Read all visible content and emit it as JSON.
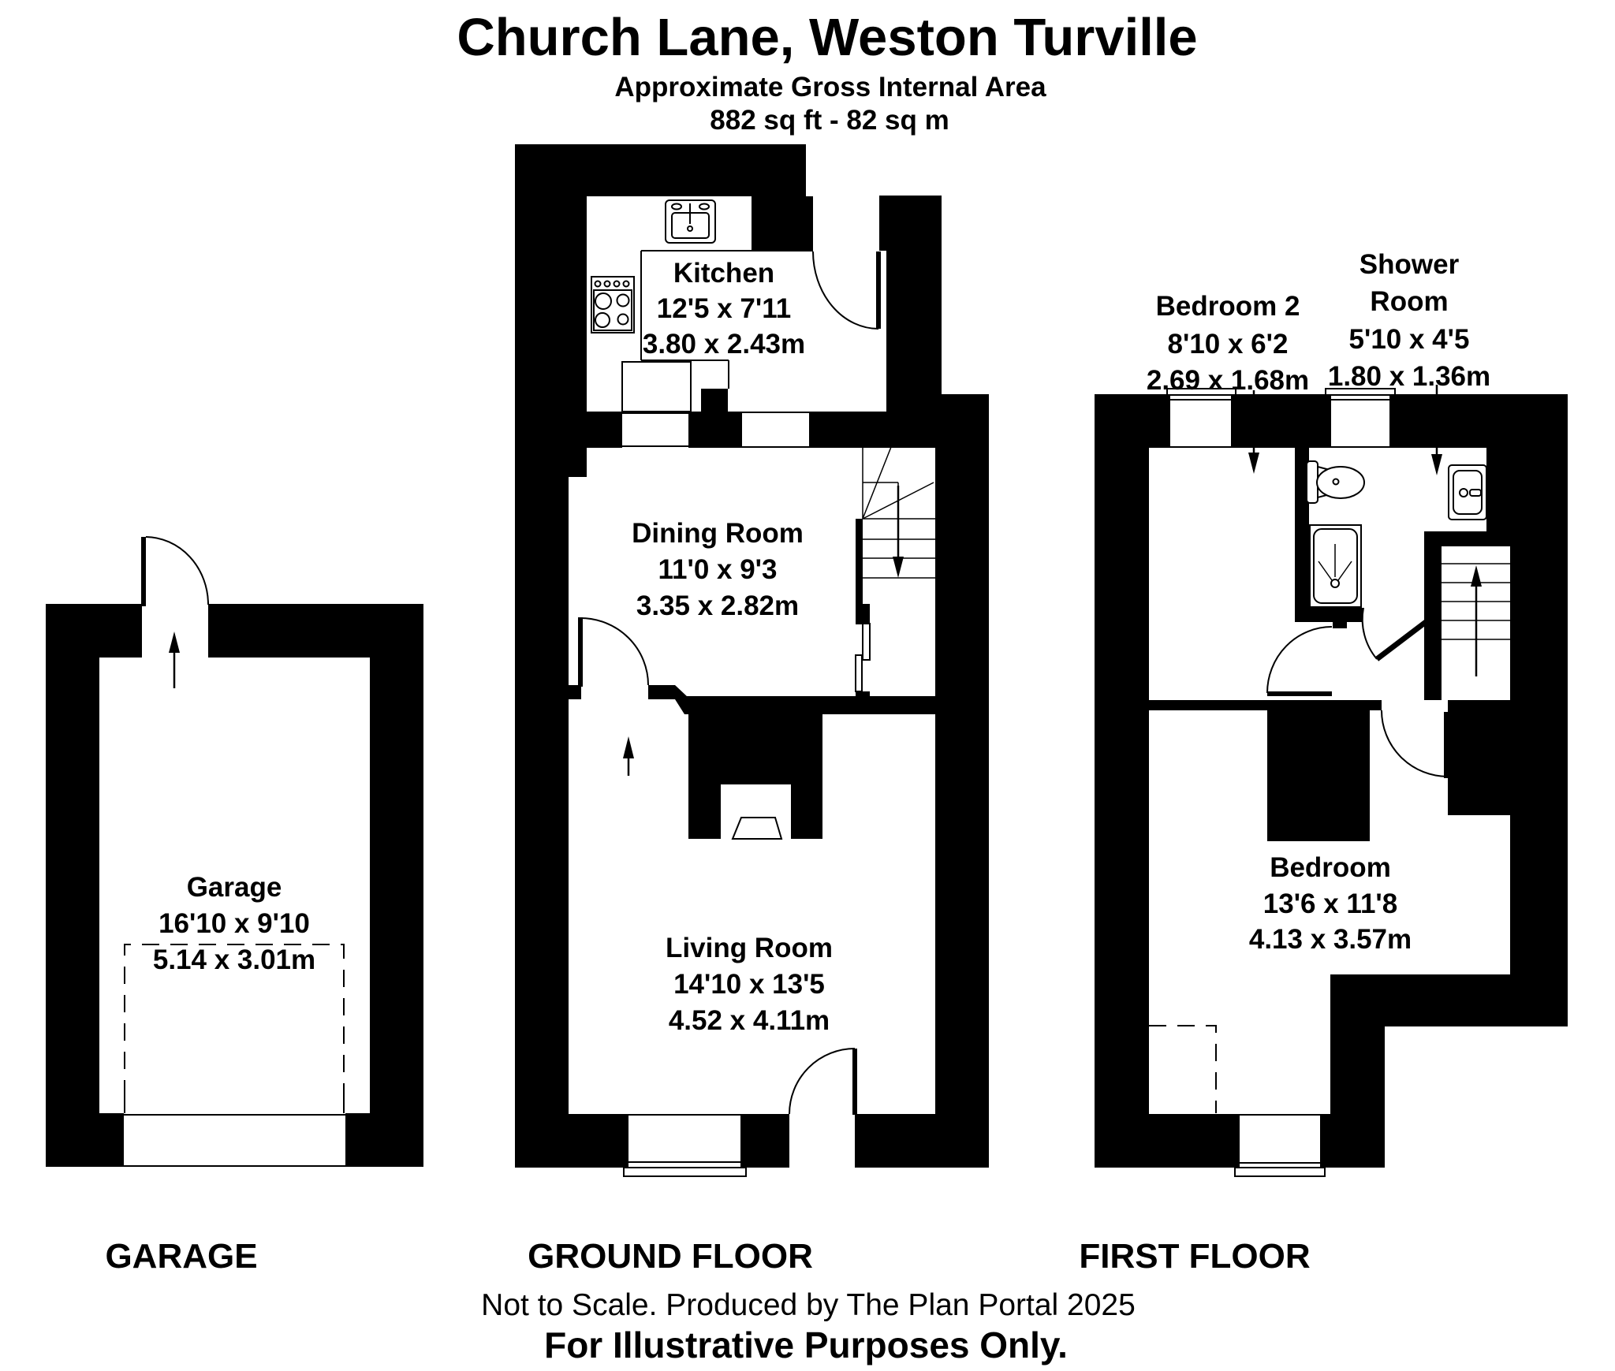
{
  "title": "Church Lane, Weston Turville",
  "subtitle": "Approximate Gross Internal Area",
  "total_area": "882 sq ft - 82 sq m",
  "rooms": {
    "kitchen": {
      "name": "Kitchen",
      "size_imperial": "12'5 x 7'11",
      "size_metric": "3.80 x 2.43m"
    },
    "dining_room": {
      "name": "Dining Room",
      "size_imperial": "11'0 x 9'3",
      "size_metric": "3.35 x 2.82m"
    },
    "living_room": {
      "name": "Living Room",
      "size_imperial": "14'10 x 13'5",
      "size_metric": "4.52 x 4.11m"
    },
    "garage": {
      "name": "Garage",
      "size_imperial": "16'10 x 9'10",
      "size_metric": "5.14 x 3.01m"
    },
    "bedroom_2": {
      "name": "Bedroom 2",
      "size_imperial": "8'10 x 6'2",
      "size_metric": "2.69 x 1.68m"
    },
    "shower_room": {
      "name_line1": "Shower",
      "name_line2": "Room",
      "size_imperial": "5'10 x 4'5",
      "size_metric": "1.80 x 1.36m"
    },
    "bedroom": {
      "name": "Bedroom",
      "size_imperial": "13'6 x 11'8",
      "size_metric": "4.13 x 3.57m"
    }
  },
  "floor_labels": {
    "garage": "GARAGE",
    "ground": "GROUND FLOOR",
    "first": "FIRST FLOOR"
  },
  "footer": {
    "note": "Not to Scale. Produced by The Plan Portal 2025",
    "disclaimer": "For Illustrative Purposes Only."
  },
  "colors": {
    "walls": "#000000",
    "background": "#ffffff"
  }
}
